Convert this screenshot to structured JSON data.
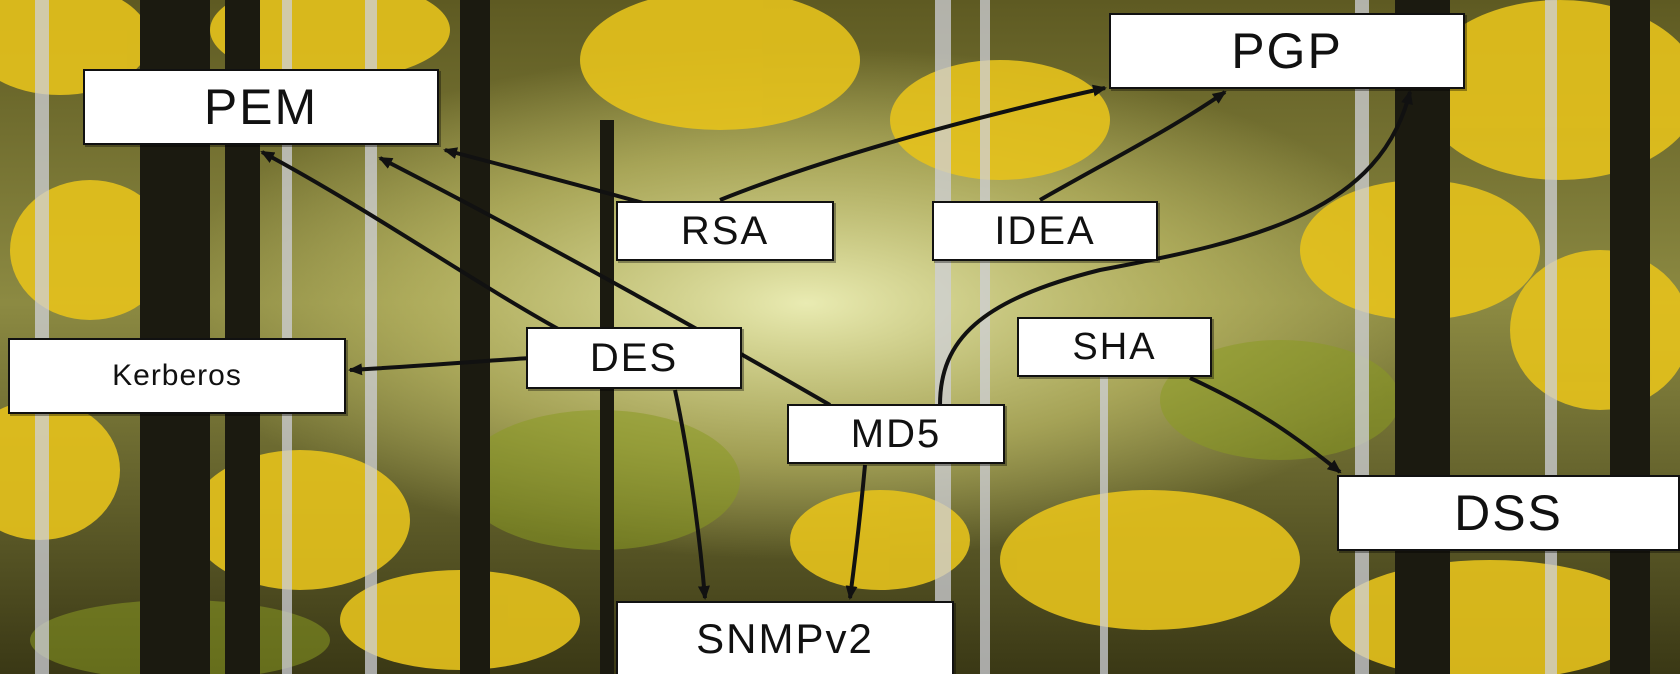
{
  "nodes": {
    "pem": "PEM",
    "pgp": "PGP",
    "rsa": "RSA",
    "idea": "IDEA",
    "kerberos": "Kerberos",
    "des": "DES",
    "sha": "SHA",
    "md5": "MD5",
    "dss": "DSS",
    "snmp": "SNMPv2"
  },
  "colors": {
    "arrow": "#111111",
    "box_fill": "#ffffff",
    "foliage_yellow": "#e6c41f",
    "trunk_dark": "#1b1a10"
  }
}
